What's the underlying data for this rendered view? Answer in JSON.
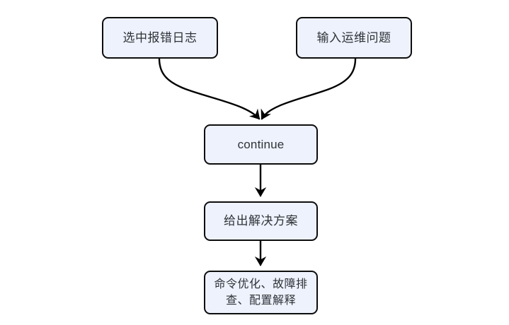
{
  "diagram": {
    "type": "flowchart",
    "direction": "top-to-bottom",
    "background_color": "#ffffff",
    "node_fill_color": "#eef2fc",
    "node_border_color": "#0d0d0d",
    "text_color": "#2f3338",
    "edge_color": "#000000",
    "nodes": [
      {
        "id": "select-log",
        "label": "选中报错日志",
        "shape": "rounded-rectangle"
      },
      {
        "id": "input-ops",
        "label": "输入运维问题",
        "shape": "rounded-rectangle"
      },
      {
        "id": "continue",
        "label": "continue",
        "shape": "rounded-rectangle"
      },
      {
        "id": "solution",
        "label": "给出解决方案",
        "shape": "rounded-rectangle"
      },
      {
        "id": "outcomes",
        "label": "命令优化、故障排\n查、配置解释",
        "shape": "rounded-rectangle"
      }
    ],
    "edges": [
      {
        "from": "select-log",
        "to": "continue",
        "style": "curved",
        "arrow": "filled-triangle"
      },
      {
        "from": "input-ops",
        "to": "continue",
        "style": "curved",
        "arrow": "filled-triangle"
      },
      {
        "from": "continue",
        "to": "solution",
        "style": "straight",
        "arrow": "filled-triangle"
      },
      {
        "from": "solution",
        "to": "outcomes",
        "style": "straight",
        "arrow": "filled-triangle"
      }
    ]
  }
}
